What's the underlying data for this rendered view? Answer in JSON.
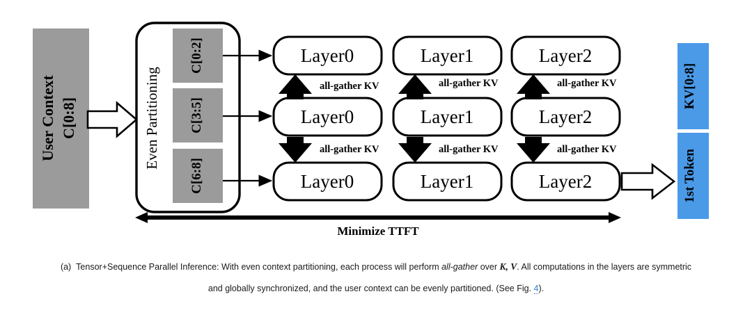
{
  "figure": {
    "user_context": {
      "line1": "User Context",
      "line2": "C[0:8]",
      "fill": "#9b9b9b"
    },
    "partition_panel": {
      "label": "Even Partitioning",
      "chunks": [
        {
          "label": "C[0:2]"
        },
        {
          "label": "C[3:5]"
        },
        {
          "label": "C[6:8]"
        }
      ],
      "chunk_fill": "#9b9b9b"
    },
    "layer_grid": {
      "columns": [
        "Layer0",
        "Layer1",
        "Layer2"
      ],
      "rows": [
        {
          "cells": [
            "Layer0",
            "Layer1",
            "Layer2"
          ]
        },
        {
          "cells": [
            "Layer0",
            "Layer1",
            "Layer2"
          ]
        },
        {
          "cells": [
            "Layer0",
            "Layer1",
            "Layer2"
          ]
        }
      ]
    },
    "allgather_labels": {
      "up": [
        "all-gather KV",
        "all-gather KV",
        "all-gather KV"
      ],
      "down": [
        "all-gather KV",
        "all-gather KV",
        "all-gather KV"
      ]
    },
    "timeline": {
      "label": "Minimize TTFT"
    },
    "outputs": [
      {
        "label": "KV[0:8]",
        "fill": "#4a9ae8"
      },
      {
        "label": "1st Token",
        "fill": "#4a9ae8"
      }
    ]
  },
  "caption": {
    "tag": "(a)",
    "part1": "Tensor+Sequence Parallel Inference: With even context partitioning, each process will perform ",
    "italic1": "all-gather",
    "part2": " over ",
    "math1": "K, V",
    "part3": ". All computations in the layers are symmetric",
    "line2_part1": "and globally synchronized, and the user context can be evenly partitioned. (See Fig. ",
    "link": "4",
    "line2_part2": ")."
  }
}
